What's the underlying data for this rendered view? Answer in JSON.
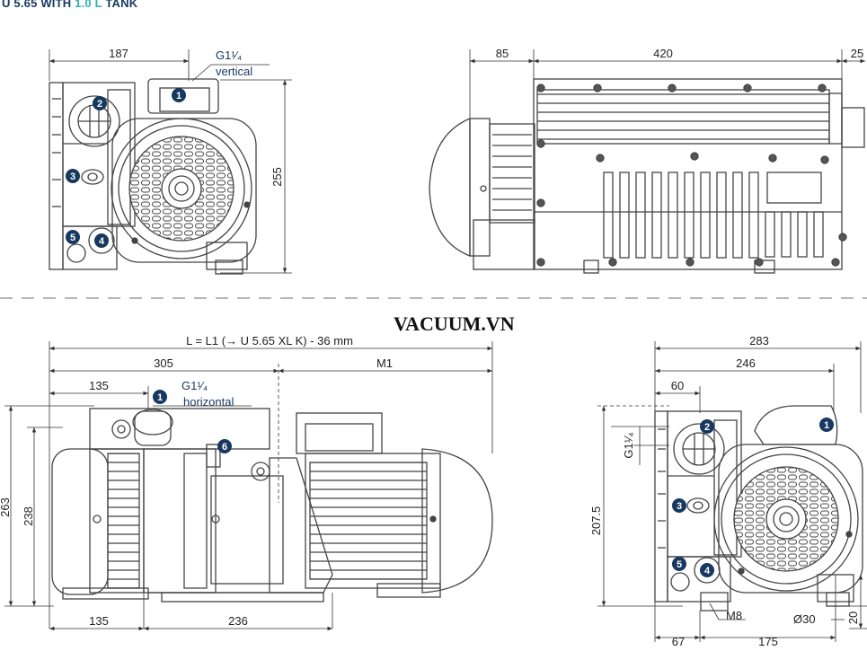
{
  "header": {
    "prefix": "U 5.65 WITH ",
    "accent": "1.0 L",
    "suffix": " TANK",
    "color_primary": "#17385f",
    "color_accent": "#2bb3b1"
  },
  "watermark": "VACUUM.VN",
  "colors": {
    "line": "#444444",
    "dim": "#333333",
    "badge": "#17385f",
    "separator": "#8a8a8a"
  },
  "top_left_view": {
    "dim_width": "187",
    "dim_height": "255",
    "port_label_line1": "G1¹⁄₄",
    "port_label_line2": "vertical",
    "badges": [
      "1",
      "2",
      "3",
      "4",
      "5"
    ]
  },
  "top_right_view": {
    "dim_a": "85",
    "dim_b": "420",
    "dim_c": "25"
  },
  "bottom_left_view": {
    "overall_length": "L =  L1 (→ U 5.65 XL K) - 36 mm",
    "dim_305": "305",
    "dim_m1": "M1",
    "dim_135_top": "135",
    "port_label_line1": "G1¹⁄₄",
    "port_label_line2": "horizontal",
    "dim_263": "263",
    "dim_238": "238",
    "dim_135_bottom": "135",
    "dim_236": "236",
    "badges": [
      "1",
      "6"
    ]
  },
  "bottom_right_view": {
    "dim_283": "283",
    "dim_246": "246",
    "dim_60": "60",
    "port_label": "G1¹⁄₄",
    "dim_207_5": "207.5",
    "thread": "M8",
    "shaft": "Ø30",
    "dim_20": "20",
    "dim_67": "67",
    "dim_175": "175",
    "badges": [
      "1",
      "2",
      "3",
      "4",
      "5"
    ]
  }
}
